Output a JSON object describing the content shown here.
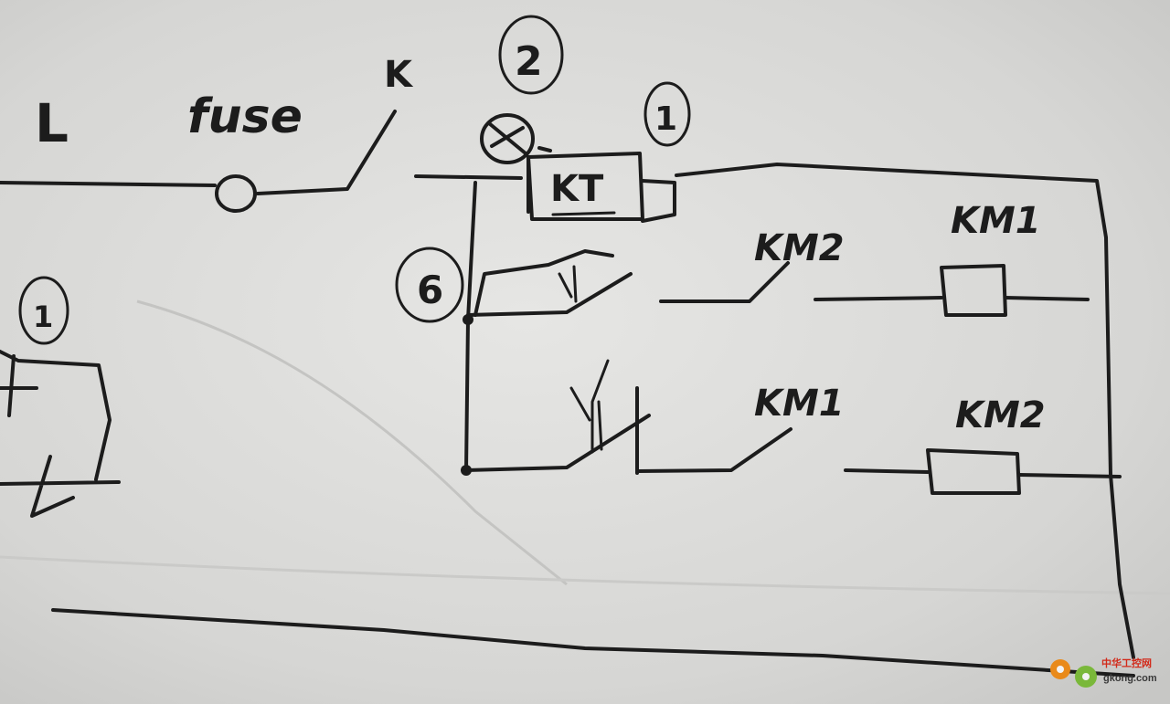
{
  "labels": {
    "line": "L",
    "fuse": "fuse",
    "switch": "K",
    "timer": "KT",
    "mark_2": "2",
    "mark_1": "1",
    "mark_6": "6",
    "mark_left": "1",
    "km2_top": "KM2",
    "km1_top_coil": "KM1",
    "km1_bottom": "KM1",
    "km2_bottom_coil": "KM2"
  },
  "watermark": {
    "cn": "中华工控网",
    "url": "gkong.com",
    "colors": {
      "gear_orange": "#e98a1a",
      "gear_green": "#7ab83a",
      "text_red": "#d22a1a"
    }
  },
  "colors": {
    "paper": "#d9d9d7",
    "ink": "#1c1c1c"
  }
}
